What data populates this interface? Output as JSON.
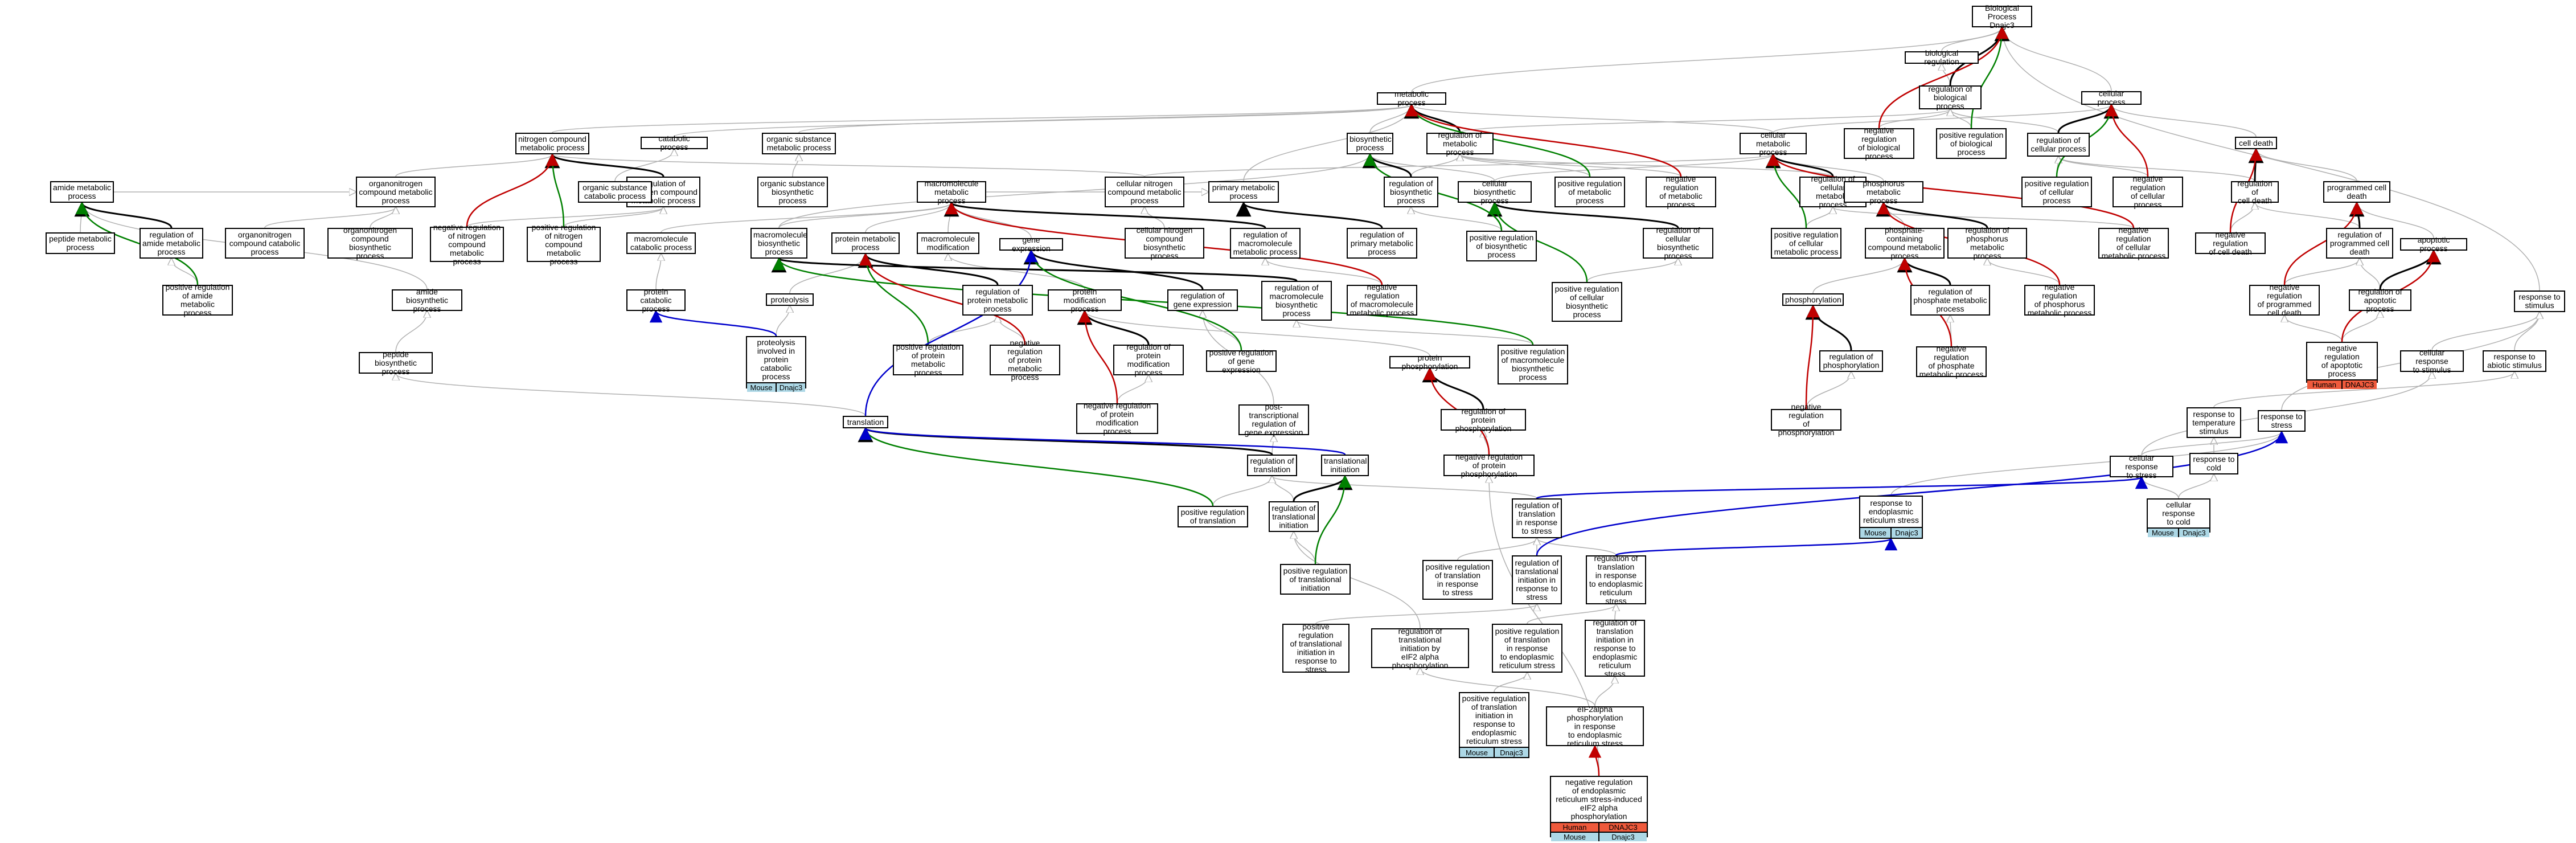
{
  "colors": {
    "is_a": "#b0b0b0",
    "part_of": "#000000",
    "regulates": "#ffd700",
    "positively_regulates": "#008000",
    "negatively_regulates": "#c00000",
    "occurs_in": "#0000cc",
    "mouse_annotation": "#add8e6",
    "human_annotation": "#ef5a3c"
  },
  "nodes": [
    {
      "id": "bp",
      "label": "Biological Process\nDnajc3"
    },
    {
      "id": "bio_reg",
      "label": "biological regulation"
    },
    {
      "id": "reg_bp",
      "label": "regulation of\nbiological process"
    },
    {
      "id": "neg_bp",
      "label": "negative regulation\nof biological\nprocess"
    },
    {
      "id": "pos_bp",
      "label": "positive regulation\nof biological\nprocess"
    },
    {
      "id": "cp",
      "label": "cellular process"
    },
    {
      "id": "reg_cp",
      "label": "regulation of\ncellular process"
    },
    {
      "id": "pos_cp",
      "label": "positive regulation\nof cellular\nprocess"
    },
    {
      "id": "neg_cp",
      "label": "negative regulation\nof cellular\nprocess"
    },
    {
      "id": "cell_death",
      "label": "cell death"
    },
    {
      "id": "pcd",
      "label": "programmed cell\ndeath"
    },
    {
      "id": "reg_cd",
      "label": "regulation of\ncell death"
    },
    {
      "id": "neg_cd",
      "label": "negative regulation\nof cell death"
    },
    {
      "id": "reg_pcd",
      "label": "regulation of\nprogrammed cell\ndeath"
    },
    {
      "id": "neg_pcd",
      "label": "negative regulation\nof programmed\ncell death"
    },
    {
      "id": "apop",
      "label": "apoptotic process"
    },
    {
      "id": "reg_apop",
      "label": "regulation of\napoptotic process"
    },
    {
      "id": "neg_apop",
      "label": "negative regulation\nof apoptotic\nprocess",
      "ann": [
        {
          "kind": "human",
          "org": "Human",
          "gene": "DNAJC3"
        }
      ]
    },
    {
      "id": "resp_stim",
      "label": "response to\nstimulus"
    },
    {
      "id": "cell_resp_stim",
      "label": "cellular response\nto stimulus"
    },
    {
      "id": "resp_abiotic",
      "label": "response to\nabiotic stimulus"
    },
    {
      "id": "resp_stress",
      "label": "response to\nstress"
    },
    {
      "id": "resp_temp",
      "label": "response to\ntemperature\nstimulus"
    },
    {
      "id": "resp_cold",
      "label": "response to\ncold"
    },
    {
      "id": "cell_resp_stress",
      "label": "cellular response\nto stress"
    },
    {
      "id": "cell_resp_cold",
      "label": "cellular response\nto cold",
      "ann": [
        {
          "kind": "mouse",
          "org": "Mouse",
          "gene": "Dnajc3"
        }
      ]
    },
    {
      "id": "resp_er",
      "label": "response to\nendoplasmic\nreticulum stress",
      "ann": [
        {
          "kind": "mouse",
          "org": "Mouse",
          "gene": "Dnajc3"
        }
      ]
    },
    {
      "id": "metab",
      "label": "metabolic process"
    },
    {
      "id": "reg_metab",
      "label": "regulation of\nmetabolic process"
    },
    {
      "id": "biosynth",
      "label": "biosynthetic\nprocess"
    },
    {
      "id": "reg_biosynth",
      "label": "regulation of\nbiosynthetic\nprocess"
    },
    {
      "id": "pos_biosynth",
      "label": "positive regulation\nof biosynthetic\nprocess"
    },
    {
      "id": "cell_metab",
      "label": "cellular metabolic\nprocess"
    },
    {
      "id": "reg_cell_metab",
      "label": "regulation of\ncellular metabolic\nprocess"
    },
    {
      "id": "pos_cell_metab",
      "label": "positive regulation\nof cellular\nmetabolic process"
    },
    {
      "id": "neg_cell_metab",
      "label": "negative regulation\nof cellular\nmetabolic process"
    },
    {
      "id": "cell_biosynth",
      "label": "cellular biosynthetic\nprocess"
    },
    {
      "id": "reg_cell_biosynth",
      "label": "regulation of\ncellular biosynthetic\nprocess"
    },
    {
      "id": "pos_cell_biosynth",
      "label": "positive regulation\nof cellular\nbiosynthetic\nprocess"
    },
    {
      "id": "pos_metab",
      "label": "positive regulation\nof metabolic\nprocess"
    },
    {
      "id": "neg_metab",
      "label": "negative regulation\nof metabolic\nprocess"
    },
    {
      "id": "primary_metab",
      "label": "primary metabolic\nprocess"
    },
    {
      "id": "reg_primary",
      "label": "regulation of\nprimary metabolic\nprocess"
    },
    {
      "id": "macro_metab",
      "label": "macromolecule\nmetabolic process"
    },
    {
      "id": "reg_macro_metab",
      "label": "regulation of\nmacromolecule\nmetabolic process"
    },
    {
      "id": "neg_macro_metab",
      "label": "negative regulation\nof macromolecule\nmetabolic process"
    },
    {
      "id": "macro_biosynth",
      "label": "macromolecule\nbiosynthetic\nprocess"
    },
    {
      "id": "reg_macro_biosynth",
      "label": "regulation of\nmacromolecule\nbiosynthetic\nprocess"
    },
    {
      "id": "pos_macro_biosynth",
      "label": "positive regulation\nof macromolecule\nbiosynthetic\nprocess"
    },
    {
      "id": "macro_mod",
      "label": "macromolecule\nmodification"
    },
    {
      "id": "cell_n_comp",
      "label": "cellular nitrogen\ncompound metabolic\nprocess"
    },
    {
      "id": "cell_n_biosynth",
      "label": "cellular nitrogen\ncompound biosynthetic\nprocess"
    },
    {
      "id": "n_comp",
      "label": "nitrogen compound\nmetabolic process"
    },
    {
      "id": "reg_n_comp",
      "label": "regulation of\nnitrogen compound\nmetabolic process"
    },
    {
      "id": "neg_n_comp",
      "label": "negative regulation\nof nitrogen\ncompound metabolic\nprocess"
    },
    {
      "id": "pos_n_comp",
      "label": "positive regulation\nof nitrogen\ncompound metabolic\nprocess"
    },
    {
      "id": "catab",
      "label": "catabolic process"
    },
    {
      "id": "org_sub_metab",
      "label": "organic substance\nmetabolic process"
    },
    {
      "id": "org_sub_catab",
      "label": "organic substance\ncatabolic process"
    },
    {
      "id": "org_sub_biosynth",
      "label": "organic substance\nbiosynthetic\nprocess"
    },
    {
      "id": "macro_catab",
      "label": "macromolecule\ncatabolic process"
    },
    {
      "id": "organon_metab",
      "label": "organonitrogen\ncompound metabolic\nprocess"
    },
    {
      "id": "organon_catab",
      "label": "organonitrogen\ncompound catabolic\nprocess"
    },
    {
      "id": "organon_biosynth",
      "label": "organonitrogen\ncompound biosynthetic\nprocess"
    },
    {
      "id": "amide_metab",
      "label": "amide metabolic\nprocess"
    },
    {
      "id": "reg_amide",
      "label": "regulation of\namide metabolic\nprocess"
    },
    {
      "id": "pos_amide",
      "label": "positive regulation\nof amide metabolic\nprocess"
    },
    {
      "id": "peptide_metab",
      "label": "peptide metabolic\nprocess"
    },
    {
      "id": "amide_biosynth",
      "label": "amide biosynthetic\nprocess"
    },
    {
      "id": "peptide_biosynth",
      "label": "peptide biosynthetic\nprocess"
    },
    {
      "id": "protein_metab",
      "label": "protein metabolic\nprocess"
    },
    {
      "id": "reg_protein_metab",
      "label": "regulation of\nprotein metabolic\nprocess"
    },
    {
      "id": "pos_protein_metab",
      "label": "positive regulation\nof protein metabolic\nprocess"
    },
    {
      "id": "neg_protein_metab",
      "label": "negative regulation\nof protein metabolic\nprocess"
    },
    {
      "id": "protein_catab",
      "label": "protein catabolic\nprocess"
    },
    {
      "id": "proteolysis",
      "label": "proteolysis"
    },
    {
      "id": "proteolysis_cat",
      "label": "proteolysis\ninvolved in\nprotein catabolic\nprocess",
      "ann": [
        {
          "kind": "mouse",
          "org": "Mouse",
          "gene": "Dnajc3"
        }
      ]
    },
    {
      "id": "protein_mod",
      "label": "protein modification\nprocess"
    },
    {
      "id": "reg_protein_mod",
      "label": "regulation of\nprotein modification\nprocess"
    },
    {
      "id": "neg_protein_mod",
      "label": "negative regulation\nof protein modification\nprocess"
    },
    {
      "id": "protein_phos",
      "label": "protein phosphorylation"
    },
    {
      "id": "reg_protein_phos",
      "label": "regulation of\nprotein phosphorylation"
    },
    {
      "id": "neg_protein_phos",
      "label": "negative regulation\nof protein phosphorylation"
    },
    {
      "id": "gene_expr",
      "label": "gene expression"
    },
    {
      "id": "reg_gene_expr",
      "label": "regulation of\ngene expression"
    },
    {
      "id": "pos_gene_expr",
      "label": "positive regulation\nof gene expression"
    },
    {
      "id": "post_trans",
      "label": "post-transcriptional\nregulation of\ngene expression"
    },
    {
      "id": "translation",
      "label": "translation"
    },
    {
      "id": "reg_translation",
      "label": "regulation of\ntranslation"
    },
    {
      "id": "pos_translation",
      "label": "positive regulation\nof translation"
    },
    {
      "id": "trans_init",
      "label": "translational\ninitiation"
    },
    {
      "id": "reg_trans_init",
      "label": "regulation of\ntranslational\ninitiation"
    },
    {
      "id": "pos_trans_init",
      "label": "positive regulation\nof translational\ninitiation"
    },
    {
      "id": "reg_trans_stress",
      "label": "regulation of\ntranslation\nin response\nto stress"
    },
    {
      "id": "pos_trans_stress",
      "label": "positive regulation\nof translation\nin response\nto stress"
    },
    {
      "id": "reg_trans_init_stress",
      "label": "regulation of\ntranslational\ninitiation in\nresponse to\nstress"
    },
    {
      "id": "pos_trans_init_stress",
      "label": "positive regulation\nof translational\ninitiation in\nresponse to\nstress"
    },
    {
      "id": "reg_trans_er",
      "label": "regulation of\ntranslation\nin response\nto endoplasmic\nreticulum stress"
    },
    {
      "id": "pos_trans_er",
      "label": "positive regulation\nof translation\nin response\nto endoplasmic\nreticulum stress"
    },
    {
      "id": "reg_trans_init_eif2",
      "label": "regulation of\ntranslational\ninitiation by\neIF2 alpha phosphorylation"
    },
    {
      "id": "reg_trans_init_er",
      "label": "regulation of\ntranslation\ninitiation in\nresponse to\nendoplasmic\nreticulum stress"
    },
    {
      "id": "pos_trans_init_er",
      "label": "positive regulation\nof translation\ninitiation in\nresponse to\nendoplasmic\nreticulum stress",
      "ann": [
        {
          "kind": "mouse",
          "org": "Mouse",
          "gene": "Dnajc3"
        }
      ]
    },
    {
      "id": "eif2_er",
      "label": "eIF2alpha phosphorylation\nin response\nto endoplasmic\nreticulum stress"
    },
    {
      "id": "neg_er_eif2",
      "label": "negative regulation\nof endoplasmic\nreticulum stress-induced\neIF2 alpha phosphorylation",
      "ann": [
        {
          "kind": "human",
          "org": "Human",
          "gene": "DNAJC3"
        },
        {
          "kind": "mouse",
          "org": "Mouse",
          "gene": "Dnajc3"
        }
      ]
    },
    {
      "id": "phosphorus_metab",
      "label": "phosphorus metabolic\nprocess"
    },
    {
      "id": "phosphate_metab",
      "label": "phosphate-containing\ncompound metabolic\nprocess"
    },
    {
      "id": "reg_phosphorus",
      "label": "regulation of\nphosphorus metabolic\nprocess"
    },
    {
      "id": "neg_phosphorus",
      "label": "negative regulation\nof phosphorus\nmetabolic process"
    },
    {
      "id": "phosphorylation",
      "label": "phosphorylation"
    },
    {
      "id": "reg_phosphate",
      "label": "regulation of\nphosphate metabolic\nprocess"
    },
    {
      "id": "neg_phosphate",
      "label": "negative regulation\nof phosphate\nmetabolic process"
    },
    {
      "id": "reg_phosphorylation",
      "label": "regulation of\nphosphorylation"
    },
    {
      "id": "neg_phosphorylation",
      "label": "negative regulation\nof phosphorylation"
    }
  ]
}
